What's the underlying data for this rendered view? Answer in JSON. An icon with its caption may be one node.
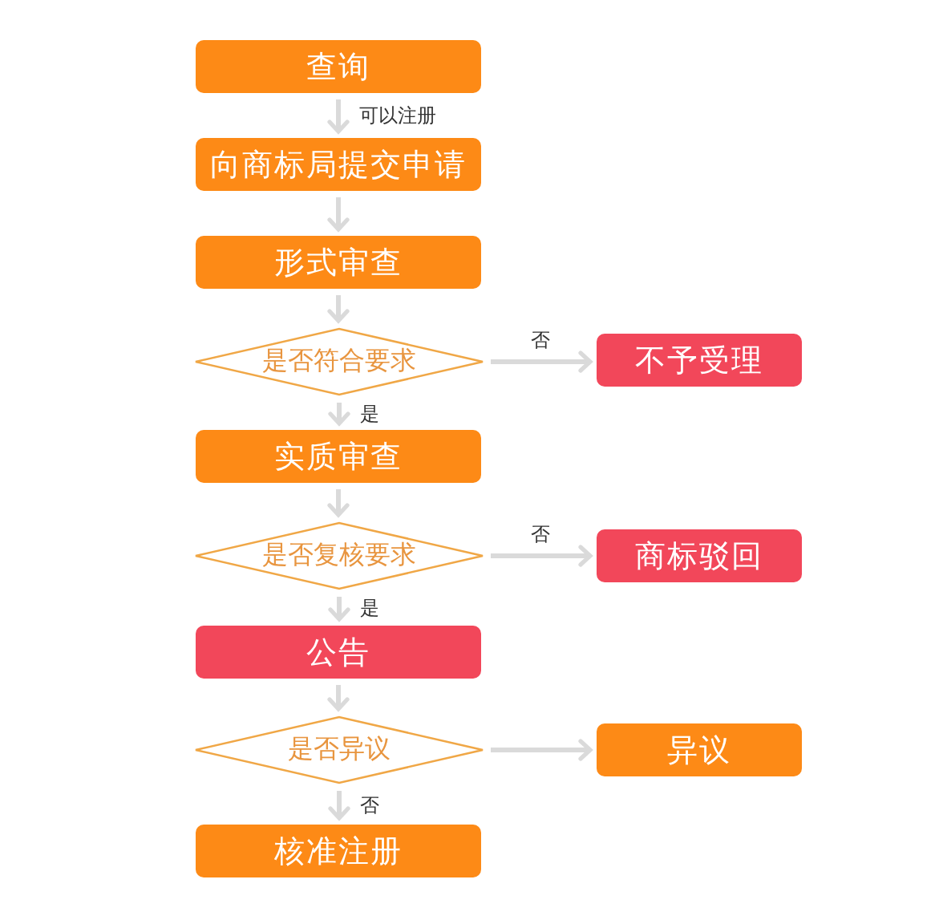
{
  "diagram": {
    "nodes": [
      {
        "text": [
          "查询"
        ]
      },
      {
        "text": [
          "向商标局提交申请"
        ]
      },
      {
        "text": [
          "形式审查"
        ]
      },
      {
        "text": [
          "是否符合要求"
        ]
      },
      {
        "text": [
          "不予受理"
        ]
      },
      {
        "text": [
          "实质审查"
        ]
      },
      {
        "text": [
          "是否复核要求"
        ]
      },
      {
        "text": [
          "商标驳回"
        ]
      },
      {
        "text": [
          "公告"
        ]
      },
      {
        "text": [
          "是否异议"
        ]
      },
      {
        "text": [
          "异议"
        ]
      },
      {
        "text": [
          "核准注册"
        ]
      }
    ],
    "edges": [
      {
        "from": 0,
        "to": 1,
        "arrow": "to",
        "label": "可以注册"
      },
      {
        "from": 1,
        "to": 2,
        "arrow": "to"
      },
      {
        "from": 2,
        "to": 3,
        "arrow": "to"
      },
      {
        "from": 3,
        "to": 4,
        "arrow": "to",
        "label": "否"
      },
      {
        "from": 3,
        "to": 5,
        "arrow": "to",
        "label": "是"
      },
      {
        "from": 5,
        "to": 6,
        "arrow": "to"
      },
      {
        "from": 6,
        "to": 7,
        "arrow": "to",
        "label": "否"
      },
      {
        "from": 6,
        "to": 8,
        "arrow": "to",
        "label": "是"
      },
      {
        "from": 8,
        "to": 9,
        "arrow": "to"
      },
      {
        "from": 9,
        "to": 10,
        "arrow": "to"
      },
      {
        "from": 9,
        "to": 11,
        "arrow": "to",
        "label": "否"
      }
    ]
  }
}
